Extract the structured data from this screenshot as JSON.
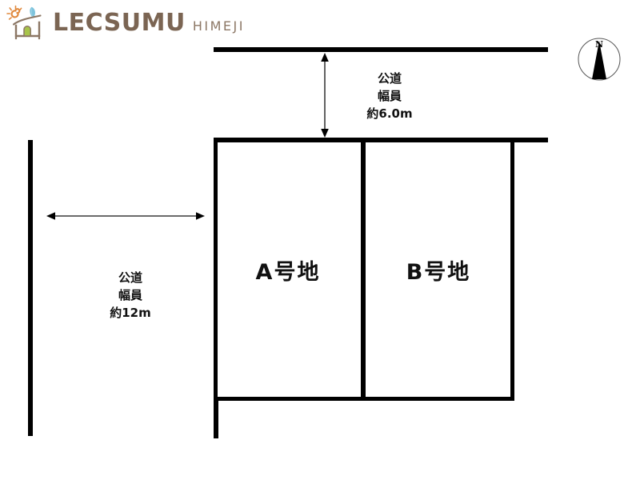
{
  "logo": {
    "main_text": "LECSUMU",
    "sub_text": "HIMEJI",
    "icon_name": "lecsumu-house-sun-leaf-logo",
    "colors": {
      "wordmark": "#7b6553",
      "sun_spiral": "#e0883c",
      "leaf": "#7ec4dd",
      "house_outline": "#8c7765",
      "door": "#a8c44a"
    }
  },
  "map": {
    "plots": [
      {
        "id": "A",
        "label": "A号地"
      },
      {
        "id": "B",
        "label": "B号地"
      }
    ],
    "roads": [
      {
        "id": "north-road",
        "position": "top",
        "line1": "公道",
        "line2": "幅員",
        "line3": "約6.0m",
        "orientation": "vertical-dimension"
      },
      {
        "id": "west-road",
        "position": "left",
        "line1": "公道",
        "line2": "幅員",
        "line3": "約12m",
        "orientation": "horizontal-dimension"
      }
    ],
    "compass": {
      "label": "N",
      "icon_name": "compass-north-icon"
    },
    "colors": {
      "line": "#000000",
      "background": "#ffffff"
    }
  }
}
